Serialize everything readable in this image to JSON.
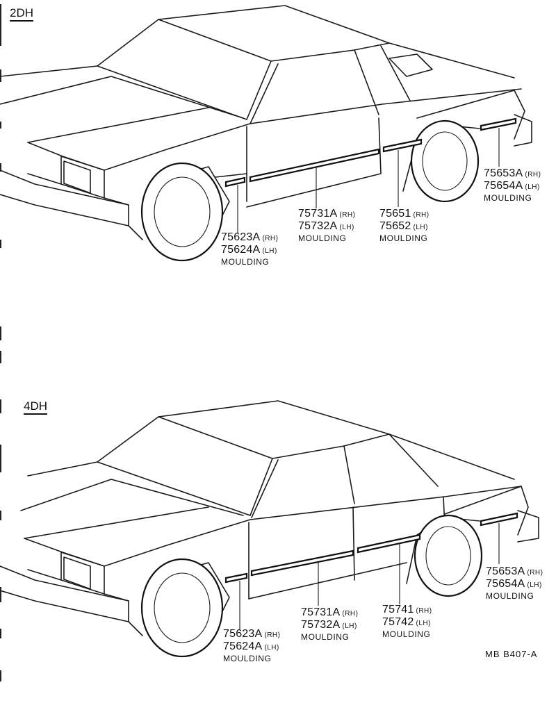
{
  "sections": [
    {
      "title": "2DH",
      "callouts": [
        {
          "id": "front-fender",
          "rh": "75623A",
          "rh_side": "(RH)",
          "lh": "75624A",
          "lh_side": "(LH)",
          "name": "MOULDING"
        },
        {
          "id": "door",
          "rh": "75731A",
          "rh_side": "(RH)",
          "lh": "75732A",
          "lh_side": "(LH)",
          "name": "MOULDING"
        },
        {
          "id": "quarter",
          "rh": "75651",
          "rh_side": "(RH)",
          "lh": "75652",
          "lh_side": "(LH)",
          "name": "MOULDING"
        },
        {
          "id": "rear",
          "rh": "75653A",
          "rh_side": "(RH)",
          "lh": "75654A",
          "lh_side": "(LH)",
          "name": "MOULDING"
        }
      ]
    },
    {
      "title": "4DH",
      "callouts": [
        {
          "id": "front-fender",
          "rh": "75623A",
          "rh_side": "(RH)",
          "lh": "75624A",
          "lh_side": "(LH)",
          "name": "MOULDING"
        },
        {
          "id": "front-door",
          "rh": "75731A",
          "rh_side": "(RH)",
          "lh": "75732A",
          "lh_side": "(LH)",
          "name": "MOULDING"
        },
        {
          "id": "rear-door",
          "rh": "75741",
          "rh_side": "(RH)",
          "lh": "75742",
          "lh_side": "(LH)",
          "name": "MOULDING"
        },
        {
          "id": "rear",
          "rh": "75653A",
          "rh_side": "(RH)",
          "lh": "75654A",
          "lh_side": "(LH)",
          "name": "MOULDING"
        }
      ]
    }
  ],
  "reference": "MB B407-A"
}
